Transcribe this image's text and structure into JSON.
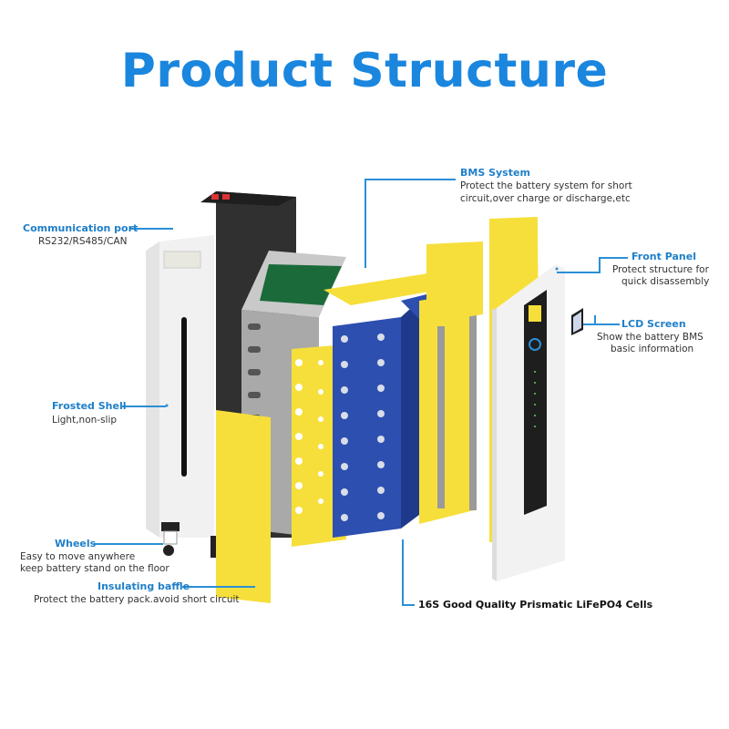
{
  "title": "Product Structure",
  "colors": {
    "accent": "#1a86de",
    "label": "#1f7fc8",
    "insulation_yellow": "#f6df3a",
    "cell_blue": "#2d4fb0",
    "shell_dark": "#2e2e2e",
    "frame_gray": "#b8b8b8"
  },
  "callouts": {
    "communication_port": {
      "label": "Communication port",
      "desc": "RS232/RS485/CAN"
    },
    "bms_system": {
      "label": "BMS System",
      "desc_line1": "Protect the battery system for short",
      "desc_line2": "circuit,over charge or discharge,etc"
    },
    "front_panel": {
      "label": "Front Panel",
      "desc_line1": "Protect structure for",
      "desc_line2": "quick disassembly"
    },
    "lcd_screen": {
      "label": "LCD Screen",
      "desc_line1": "Show the battery BMS",
      "desc_line2": "basic information"
    },
    "frosted_shell": {
      "label": "Frosted Shell",
      "desc": "Light,non-slip"
    },
    "wheels": {
      "label": "Wheels",
      "desc_line1": "Easy to move anywhere",
      "desc_line2": "keep battery stand on the floor"
    },
    "insulating_baffle": {
      "label": "Insulating baffle",
      "desc": "Protect the battery pack.avoid short circuit"
    },
    "cells": {
      "label": "16S Good Quality Prismatic LiFePO4 Cells"
    }
  }
}
